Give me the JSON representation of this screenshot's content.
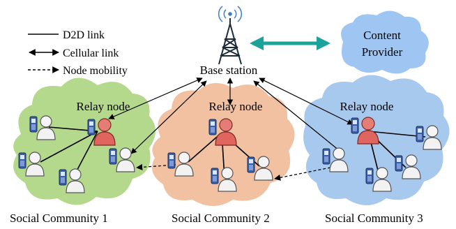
{
  "legend": {
    "d2d": "D2D link",
    "cellular": "Cellular link",
    "mobility": "Node mobility"
  },
  "base_station": {
    "label": "Base station"
  },
  "content_provider": {
    "line1": "Content",
    "line2": "Provider"
  },
  "relay_label": "Relay node",
  "communities": [
    {
      "label": "Social Community 1",
      "color": "#b5d98c"
    },
    {
      "label": "Social Community 2",
      "color": "#f1c1a2"
    },
    {
      "label": "Social Community 3",
      "color": "#a7c9ee"
    }
  ],
  "colors": {
    "relay_person": "#e0655f",
    "user_person": "#f2f2f2",
    "phone": "#3a5fa8",
    "provider_cloud": "#9fc6f2",
    "bs_provider_arrow": "#1aa39a"
  },
  "icons": {
    "base_station": "antenna-tower-icon",
    "relay": "relay-person-with-phone-icon",
    "user": "user-person-with-phone-icon",
    "provider": "cloud-icon"
  }
}
